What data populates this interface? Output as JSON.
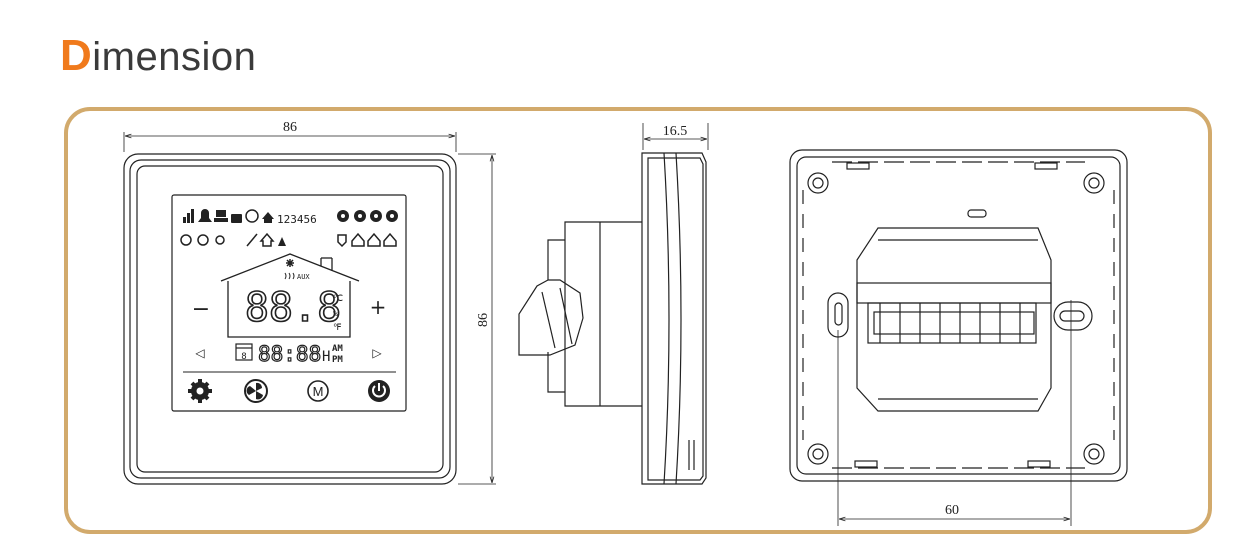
{
  "title": {
    "first_letter": "D",
    "rest": "imension"
  },
  "dimensions": {
    "front_width": "86",
    "front_height": "86",
    "side_depth": "16.5",
    "back_mounting": "60"
  },
  "display": {
    "status_digits": "123456",
    "main_readout": "88.8",
    "unit_celsius": "℃",
    "unit_percent": "%",
    "unit_fahrenheit": "℉",
    "aux_label": "AUX",
    "day_digit": "8",
    "clock_readout": "88:88",
    "hour_label": "H",
    "am_label": "AM",
    "pm_label": "PM",
    "minus_label": "−",
    "plus_label": "+",
    "left_arrow": "◁",
    "right_arrow": "▷",
    "mode_button_label": "M"
  },
  "colors": {
    "frame": "#d2aa6c",
    "title_accent": "#f07a1c",
    "line": "#222222"
  }
}
